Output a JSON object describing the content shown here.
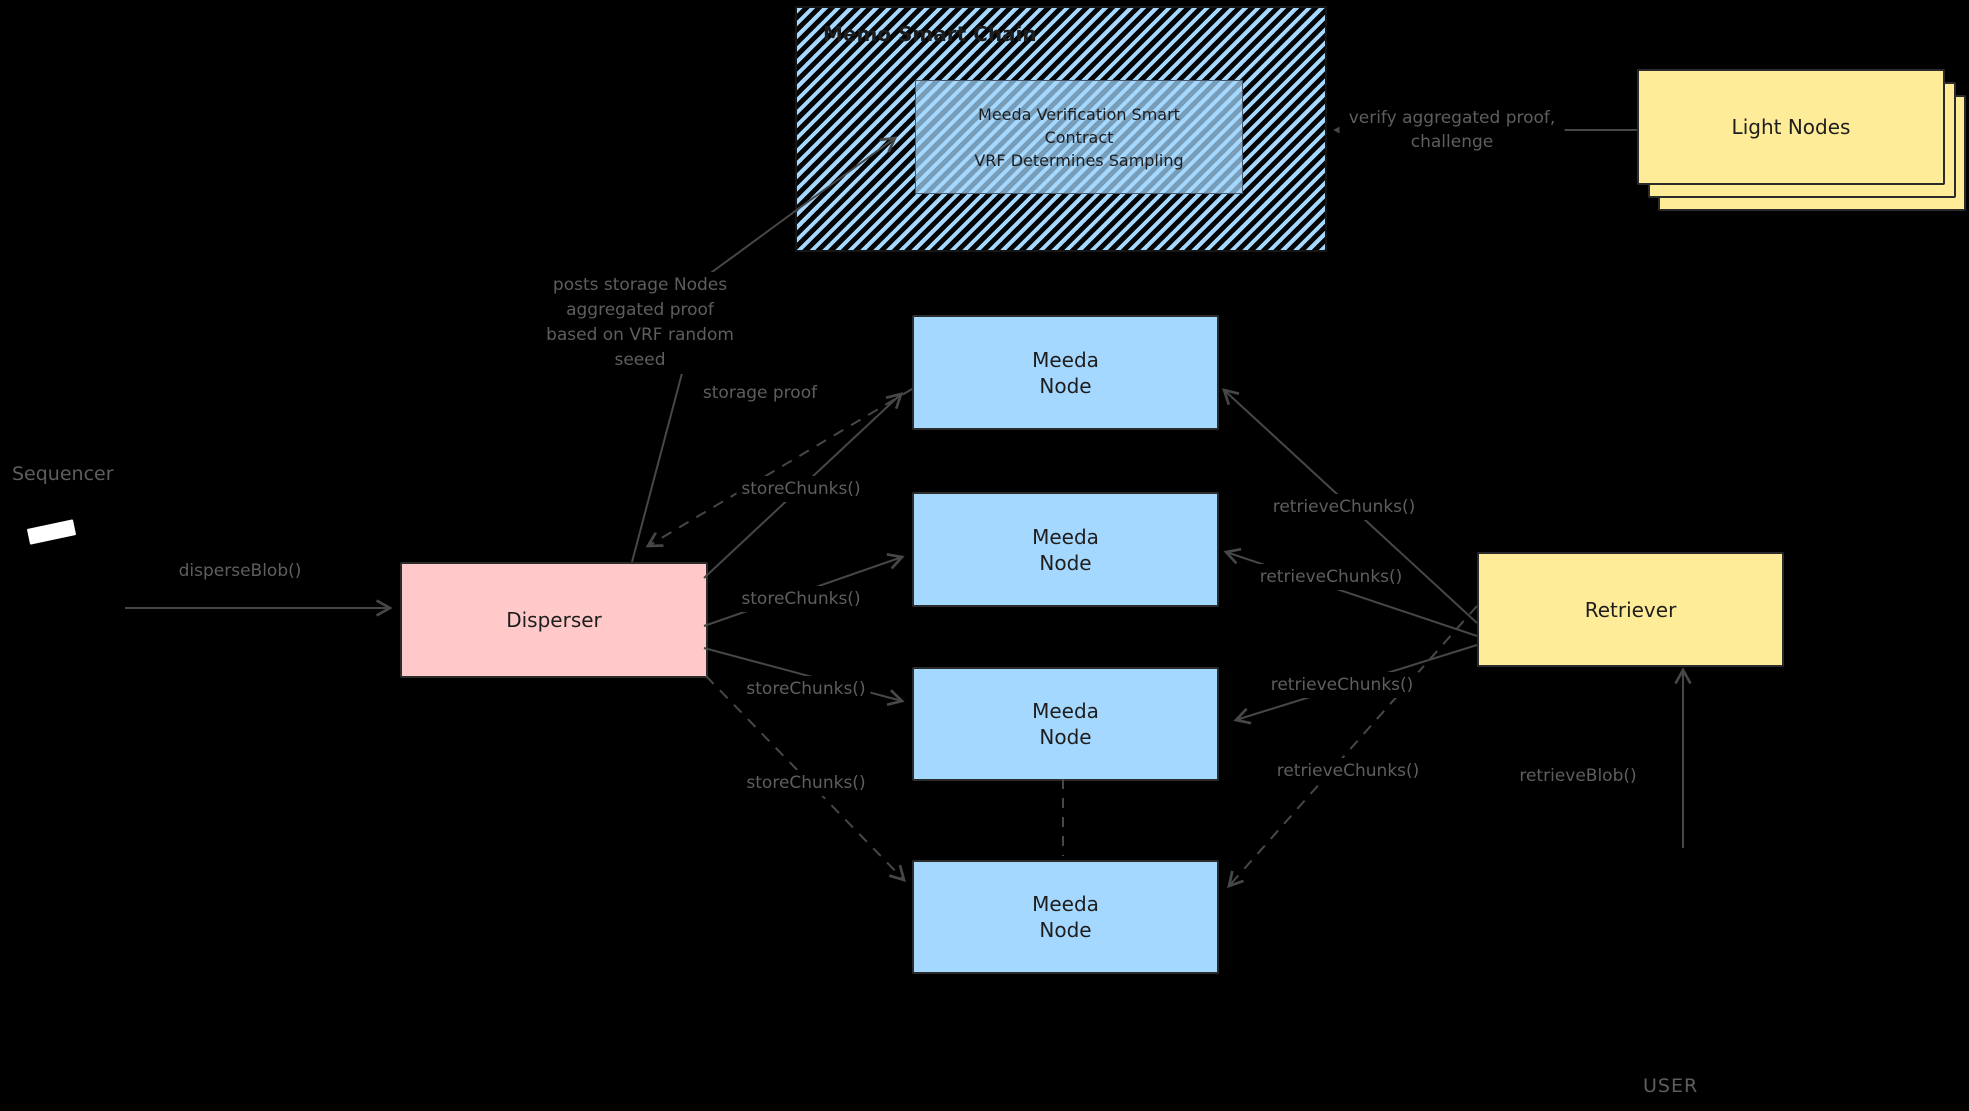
{
  "canvas": {
    "background": "#000000"
  },
  "chain": {
    "title": "Memo Smart Chain",
    "contract_line1": "Meeda Verification Smart",
    "contract_line2": "Contract",
    "contract_line3": "VRF Determines Sampling",
    "fill": "#a5d8ff"
  },
  "boxes": {
    "light_nodes": {
      "label": "Light Nodes",
      "fill": "#ffec99"
    },
    "disperser": {
      "label": "Disperser",
      "fill": "#ffc9c9"
    },
    "retriever": {
      "label": "Retriever",
      "fill": "#ffec99"
    },
    "meeda_nodes": [
      {
        "label_top": "Meeda",
        "label_bottom": "Node"
      },
      {
        "label_top": "Meeda",
        "label_bottom": "Node"
      },
      {
        "label_top": "Meeda",
        "label_bottom": "Node"
      },
      {
        "label_top": "Meeda",
        "label_bottom": "Node"
      }
    ],
    "node_fill": "#a5d8ff"
  },
  "actors": {
    "sequencer": "Sequencer",
    "user": "USER"
  },
  "edge_labels": {
    "disperse_blob": "disperseBlob()",
    "storage_proof": "storage proof",
    "store_chunks": [
      "storeChunks()",
      "storeChunks()",
      "storeChunks()",
      "storeChunks()"
    ],
    "retrieve_chunks": [
      "retrieveChunks()",
      "retrieveChunks()",
      "retrieveChunks()",
      "retrieveChunks()"
    ],
    "posts_proof_line1": "posts storage Nodes",
    "posts_proof_line2": "aggregated proof",
    "posts_proof_line3": "based on VRF random",
    "posts_proof_line4": "seeed",
    "verify_line1": "verify aggregated proof,",
    "verify_line2": "challenge",
    "retrieve_blob": "retrieveBlob()"
  },
  "colors": {
    "line": "#474747",
    "label_text": "#5e5e5e",
    "box_text": "#1e1e1e"
  }
}
